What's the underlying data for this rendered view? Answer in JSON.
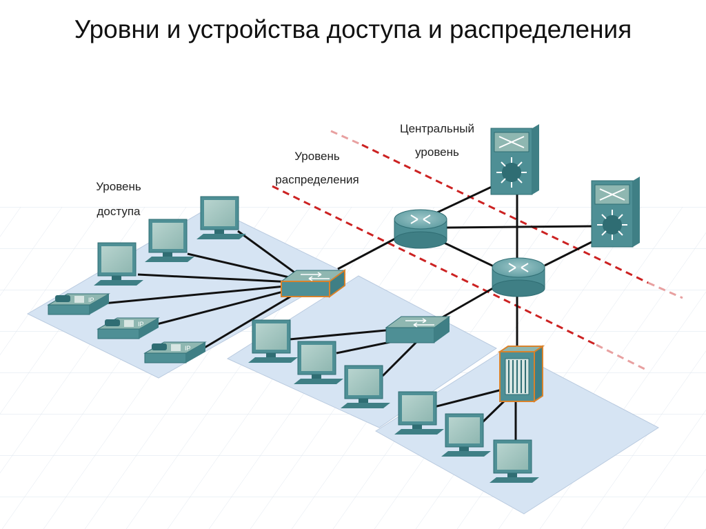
{
  "title": "Уровни и устройства доступа и распределения",
  "labels": {
    "access": [
      "Уровень",
      "доступа"
    ],
    "distribution": [
      "Уровень",
      "распределения"
    ],
    "core": [
      "Центральный",
      "уровень"
    ]
  },
  "phone_badge": "IP",
  "colors": {
    "device": "#4e8f95",
    "device_dark": "#2f6d73",
    "accent_edge": "#d9822b",
    "link": "#111111",
    "boundary": "#cc2222",
    "floor": "#d6e4f3"
  }
}
